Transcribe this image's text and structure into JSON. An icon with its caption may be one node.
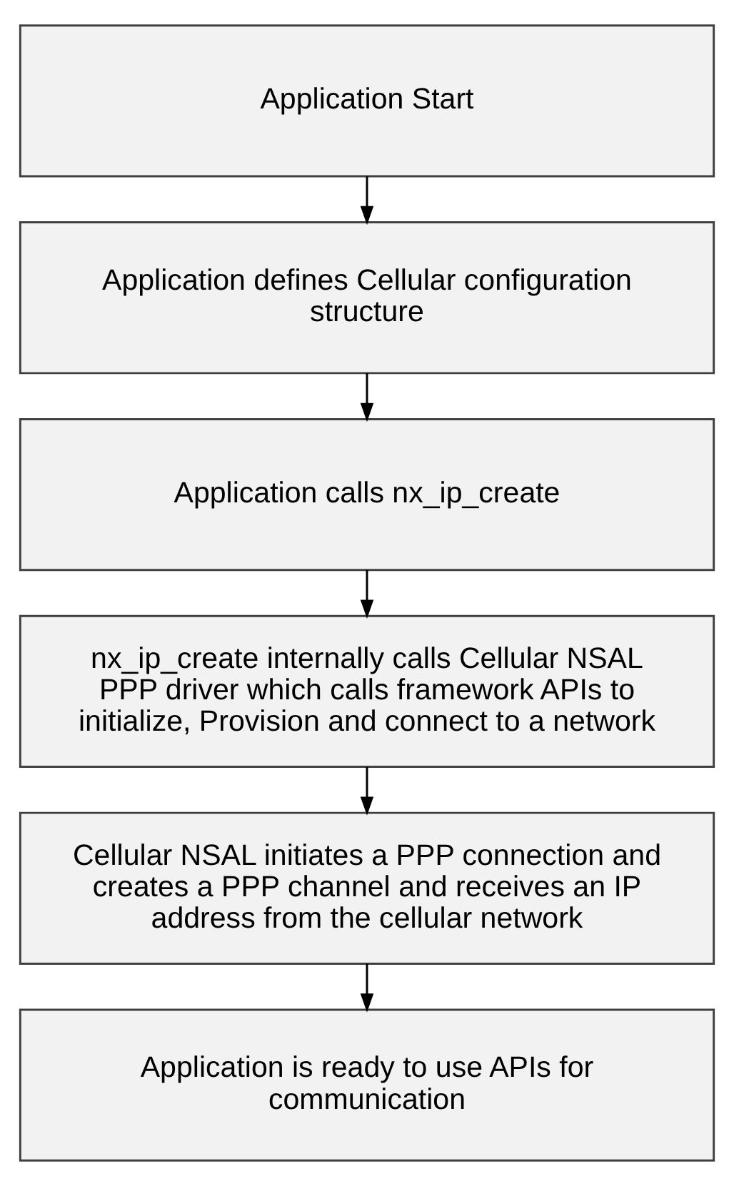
{
  "diagram": {
    "nodes": [
      {
        "text": [
          "Application Start"
        ]
      },
      {
        "text": [
          "Application defines Cellular configuration structure"
        ]
      },
      {
        "text": [
          "Application calls nx_ip_create"
        ]
      },
      {
        "text": [
          "nx_ip_create internally calls Cellular NSAL PPP driver which calls framework APIs to initialize, Provision and connect to a network"
        ]
      },
      {
        "text": [
          "Cellular NSAL initiates a PPP connection and creates a PPP channel and receives an IP address from the cellular network"
        ]
      },
      {
        "text": [
          "Application is ready to use APIs for communication"
        ]
      }
    ],
    "edges": [
      {
        "from": 0,
        "to": 1,
        "arrow": "to"
      },
      {
        "from": 1,
        "to": 2,
        "arrow": "to"
      },
      {
        "from": 2,
        "to": 3,
        "arrow": "to"
      },
      {
        "from": 3,
        "to": 4,
        "arrow": "to"
      },
      {
        "from": 4,
        "to": 5,
        "arrow": "to"
      }
    ]
  }
}
